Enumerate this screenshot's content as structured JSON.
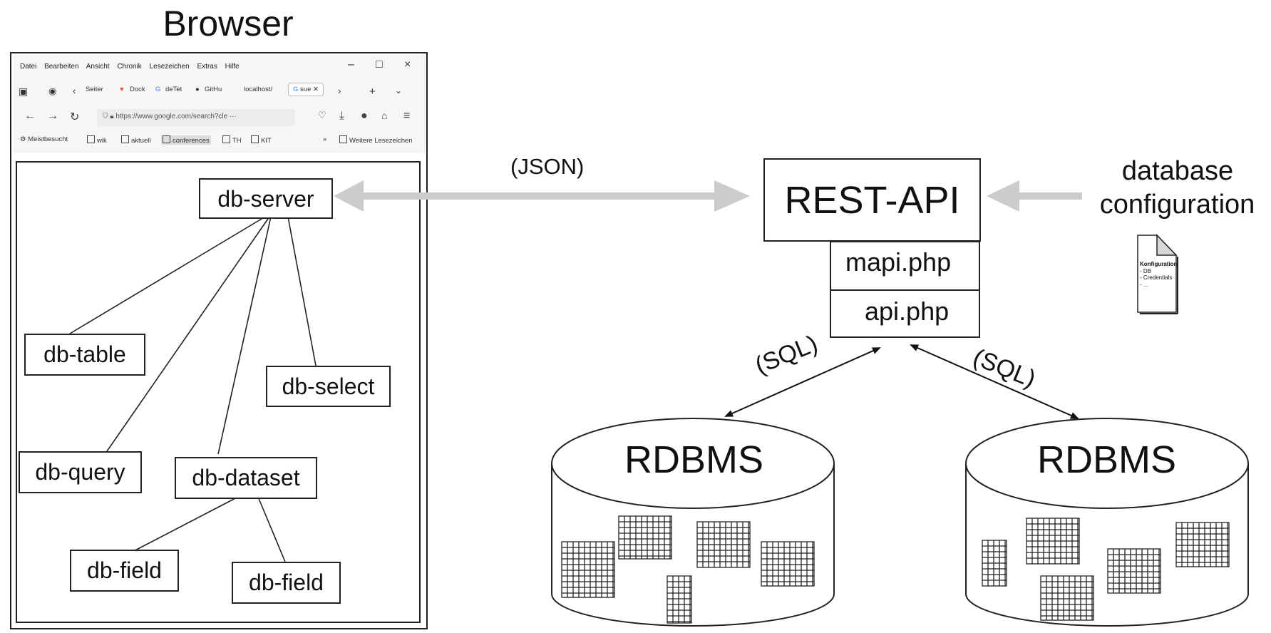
{
  "browser": {
    "title": "Browser",
    "menu": [
      "Datei",
      "Bearbeiten",
      "Ansicht",
      "Chronik",
      "Lesezeichen",
      "Extras",
      "Hilfe"
    ],
    "window_controls": [
      "–",
      "□",
      "×"
    ],
    "tabs": [
      "Seiter",
      "Dock",
      "deTet",
      "GitHu",
      "localhost/",
      "sue"
    ],
    "url": "https://www.google.com/search?cle",
    "url_more": "···",
    "bookmarks": [
      "Meistbesucht",
      "wik",
      "aktuell",
      "conferences",
      "TH",
      "KIT"
    ],
    "bookmarks_more": "»",
    "bookmarks_other": "Weitere Lesezeichen"
  },
  "components": {
    "db_server": "db-server",
    "db_table": "db-table",
    "db_select": "db-select",
    "db_query": "db-query",
    "db_dataset": "db-dataset",
    "db_field_1": "db-field",
    "db_field_2": "db-field"
  },
  "json_label": "(JSON)",
  "rest_api": "REST-API",
  "mapi": "mapi.php",
  "api": "api.php",
  "config": {
    "title_line1": "database",
    "title_line2": "configuration",
    "doc_heading": "Konfiguration",
    "doc_items": [
      "- DB",
      "- Credentials",
      "- ..."
    ]
  },
  "sql_left": "(SQL)",
  "sql_right": "(SQL)",
  "rdbms_left": "RDBMS",
  "rdbms_right": "RDBMS",
  "colors": {
    "arrow_gray": "#cccccc",
    "line": "#222222"
  }
}
